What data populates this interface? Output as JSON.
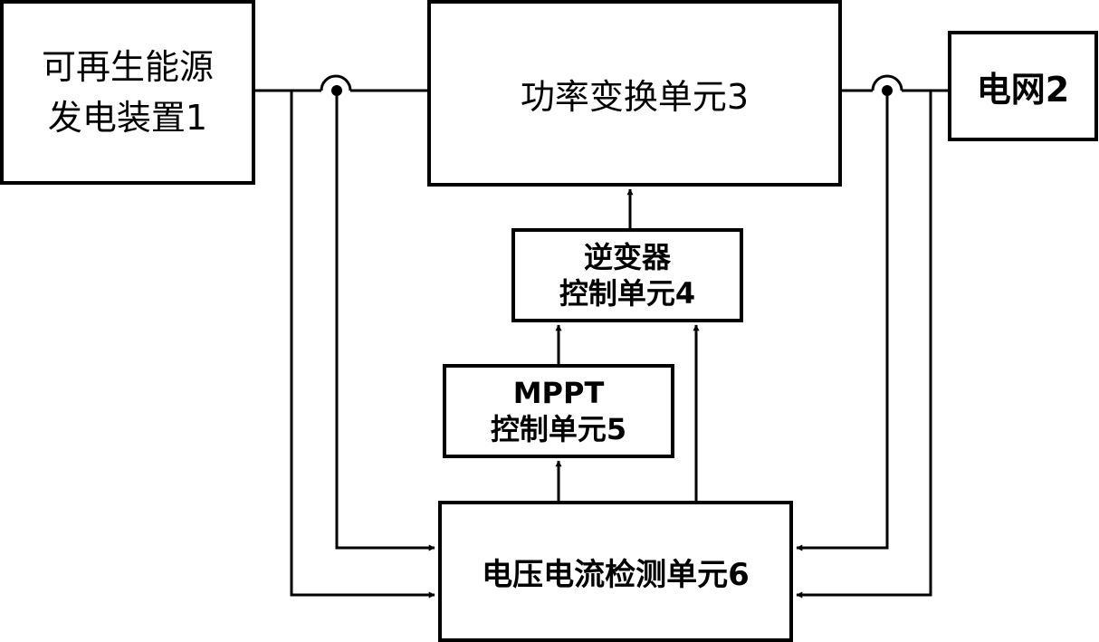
{
  "blocks": {
    "renewable": {
      "line1": "可再生能源",
      "line2": "发电装置1"
    },
    "power_conversion": {
      "label": "功率变换单元3"
    },
    "grid": {
      "label": "电网2"
    },
    "inverter_control": {
      "line1": "逆变器",
      "line2": "控制单元4"
    },
    "mppt_control": {
      "line1": "MPPT",
      "line2": "控制单元5"
    },
    "detection": {
      "label": "电压电流检测单元6"
    }
  },
  "colors": {
    "line": "#000000",
    "background": "#ffffff"
  }
}
